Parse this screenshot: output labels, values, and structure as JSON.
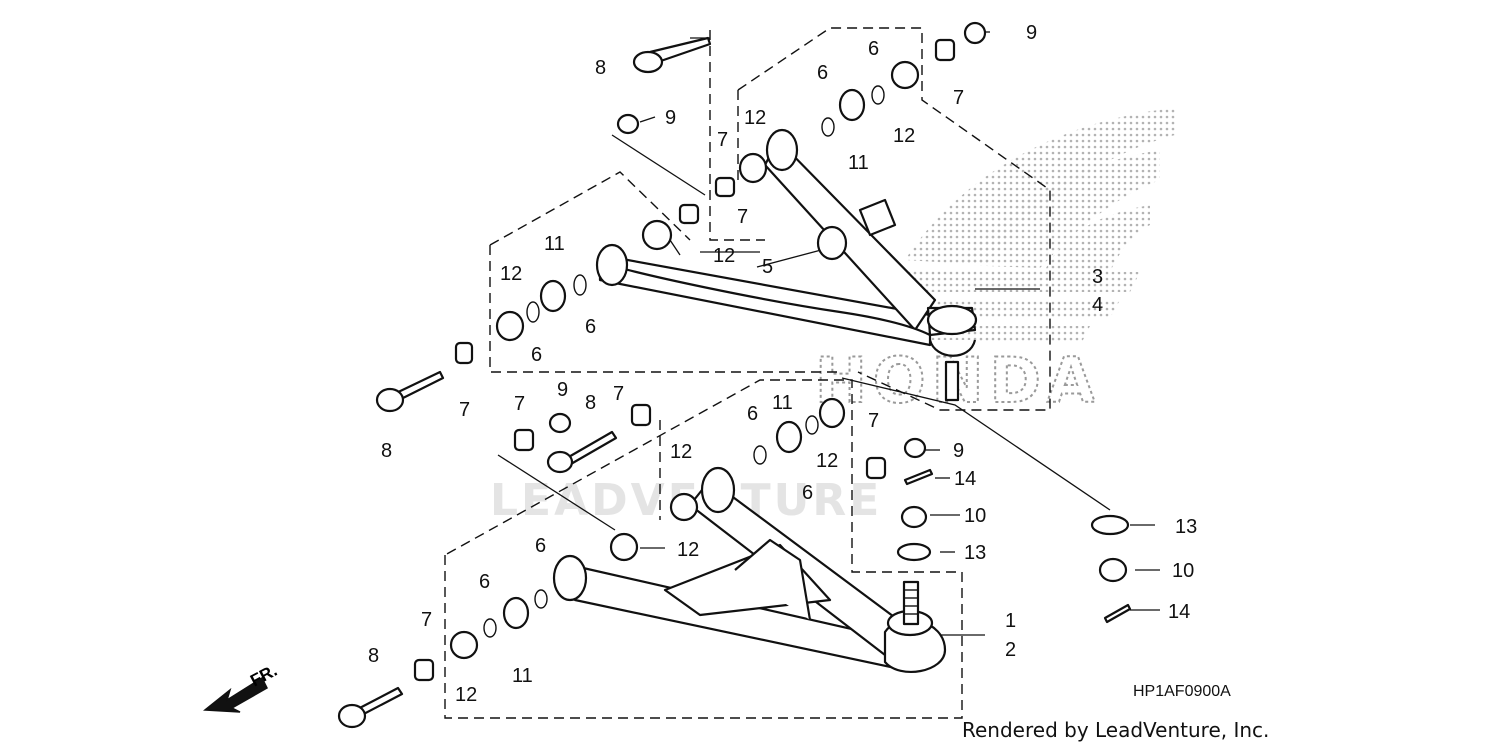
{
  "callouts": {
    "c1": "1",
    "c2": "2",
    "c3": "3",
    "c4": "4",
    "c5": "5",
    "c6": "6",
    "c7": "7",
    "c8": "8",
    "c9": "9",
    "c10": "10",
    "c11": "11",
    "c12": "12",
    "c13": "13",
    "c14": "14"
  },
  "diagram_code": "HP1AF0900A",
  "credit": "Rendered by LeadVenture, Inc.",
  "watermarks": {
    "brand": "HONDA",
    "dealer": "LEADVENTURE"
  },
  "direction": {
    "label": "FR."
  },
  "colors": {
    "line": "#111111",
    "watermark": "#d9d9d9",
    "wing_dots": "#9a9a9a"
  }
}
